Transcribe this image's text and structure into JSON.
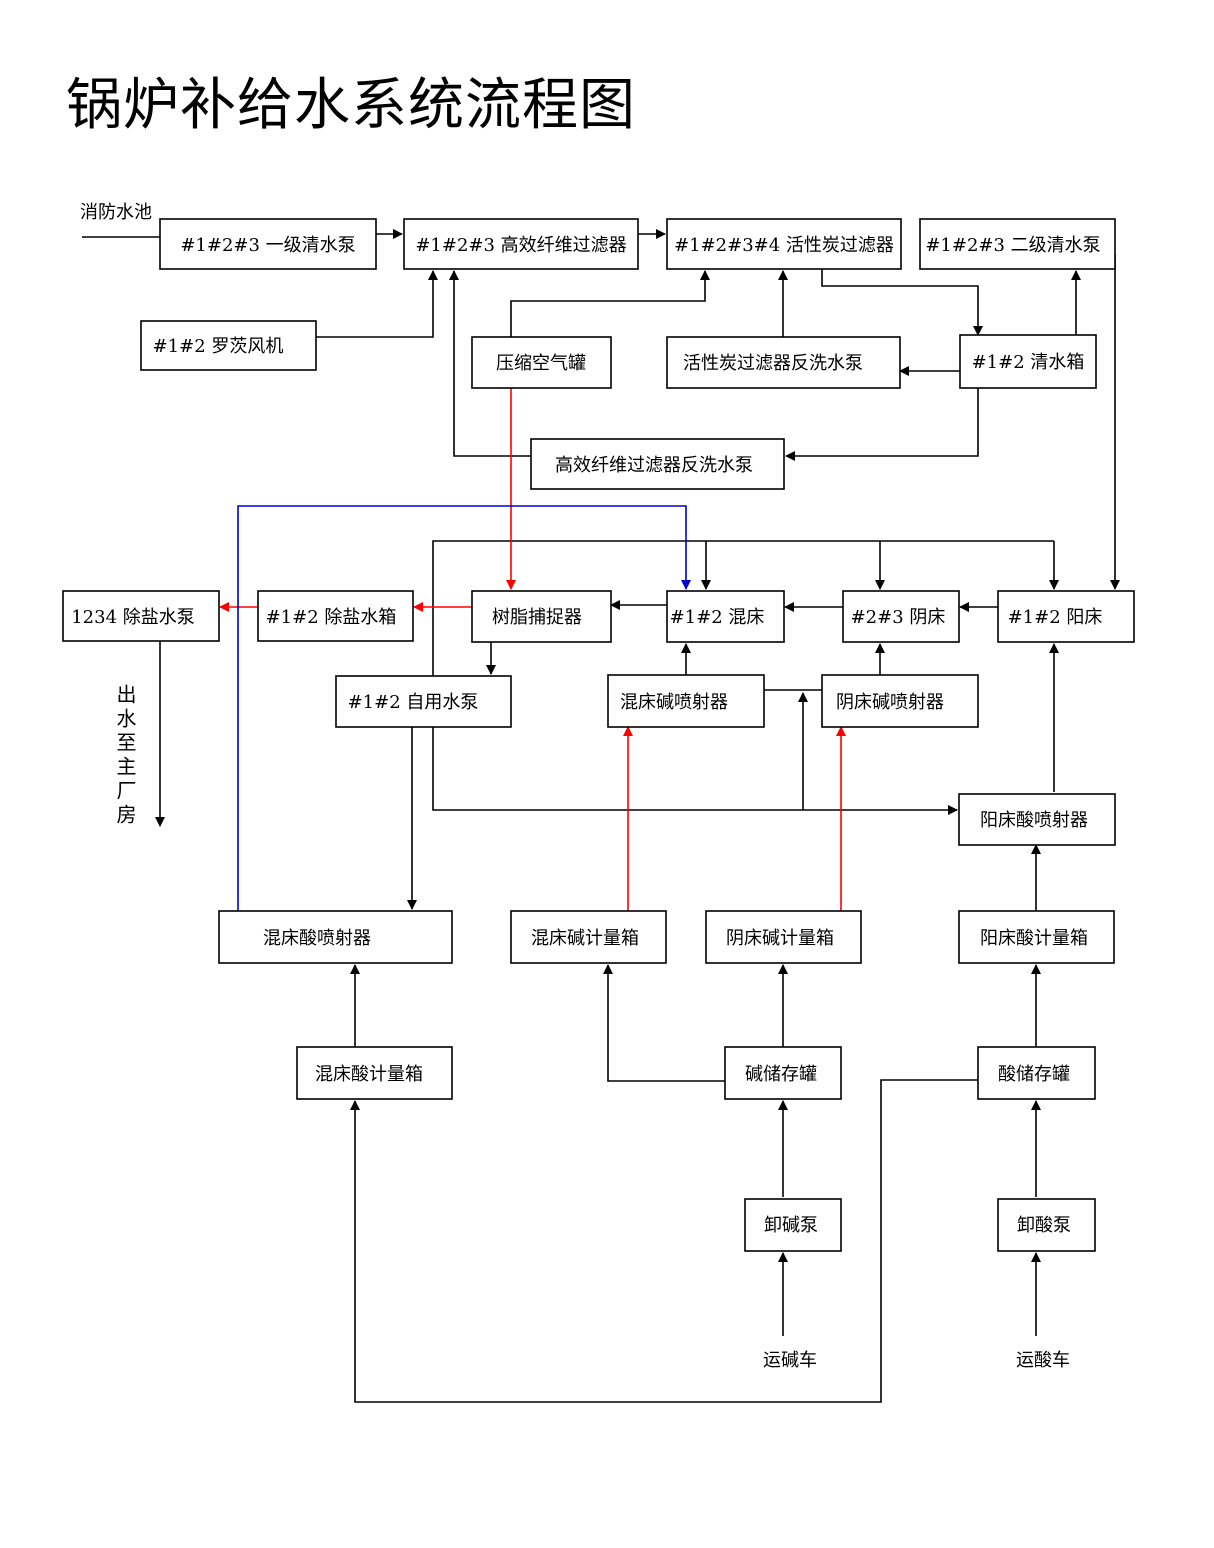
{
  "title": "锅炉补给水系统流程图",
  "colors": {
    "line": "#000000",
    "red": "#ff0000",
    "blue": "#0000cc"
  },
  "nodes": {
    "fire_pool": "消防水池",
    "clear_pump1": "#1#2#3 一级清水泵",
    "fiber_filter": "#1#2#3 高效纤维过滤器",
    "carbon_filter": "#1#2#3#4 活性炭过滤器",
    "clear_pump2": "#1#2#3 二级清水泵",
    "roots_blower": "#1#2 罗茨风机",
    "air_tank": "压缩空气罐",
    "carbon_backwash_pump": "活性炭过滤器反洗水泵",
    "clear_tank": "#1#2 清水箱",
    "fiber_backwash_pump": "高效纤维过滤器反洗水泵",
    "demin_pump": "1234 除盐水泵",
    "demin_tank": "#1#2 除盐水箱",
    "resin_trap": "树脂捕捉器",
    "mixed_bed": "#1#2 混床",
    "anion_bed": "#2#3 阴床",
    "cation_bed": "#1#2 阳床",
    "self_pump": "#1#2 自用水泵",
    "mixed_alkali_ejector": "混床碱喷射器",
    "anion_alkali_ejector": "阴床碱喷射器",
    "cation_acid_ejector": "阳床酸喷射器",
    "mixed_acid_ejector": "混床酸喷射器",
    "mixed_alkali_meter": "混床碱计量箱",
    "anion_alkali_meter": "阴床碱计量箱",
    "cation_acid_meter": "阳床酸计量箱",
    "mixed_acid_meter": "混床酸计量箱",
    "alkali_storage": "碱储存罐",
    "acid_storage": "酸储存罐",
    "alkali_unload_pump": "卸碱泵",
    "acid_unload_pump": "卸酸泵",
    "alkali_truck": "运碱车",
    "acid_truck": "运酸车",
    "outlet": "出水至主厂房"
  }
}
